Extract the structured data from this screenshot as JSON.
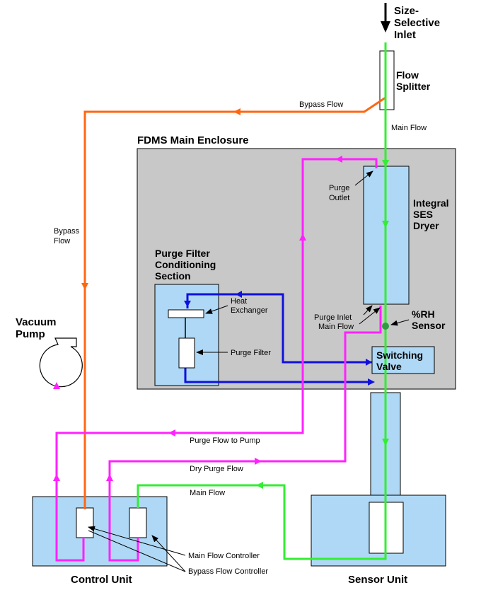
{
  "labels": {
    "inlet_line1": "Size-",
    "inlet_line2": "Selective",
    "inlet_line3": "Inlet",
    "splitter_line1": "Flow",
    "splitter_line2": "Splitter",
    "bypass_flow_top": "Bypass Flow",
    "main_flow_top": "Main Flow",
    "enclosure_title": "FDMS Main Enclosure",
    "purge_outlet_line1": "Purge",
    "purge_outlet_line2": "Outlet",
    "dryer_line1": "Integral",
    "dryer_line2": "SES",
    "dryer_line3": "Dryer",
    "bypass_left_line1": "Bypass",
    "bypass_left_line2": "Flow",
    "purge_section_line1": "Purge Filter",
    "purge_section_line2": "Conditioning",
    "purge_section_line3": "Section",
    "heat_exchanger_line1": "Heat",
    "heat_exchanger_line2": "Exchanger",
    "purge_filter": "Purge Filter",
    "purge_inlet": "Purge Inlet",
    "main_flow_mid": "Main Flow",
    "rh_line1": "%RH",
    "rh_line2": "Sensor",
    "vacuum_line1": "Vacuum",
    "vacuum_line2": "Pump",
    "switching_line1": "Switching",
    "switching_line2": "Valve",
    "purge_flow_to_pump": "Purge Flow to Pump",
    "dry_purge_flow": "Dry Purge Flow",
    "main_flow_bottom": "Main Flow",
    "main_flow_controller": "Main Flow Controller",
    "bypass_flow_controller": "Bypass Flow Controller",
    "control_unit": "Control Unit",
    "sensor_unit": "Sensor Unit"
  },
  "colors": {
    "main_flow": "#33ee33",
    "bypass_flow": "#ff6611",
    "purge_flow": "#ff22ff",
    "heat_exchange_flow": "#1010dd",
    "enclosure_fill": "#c8c8c8",
    "component_fill": "#aed8f5"
  }
}
